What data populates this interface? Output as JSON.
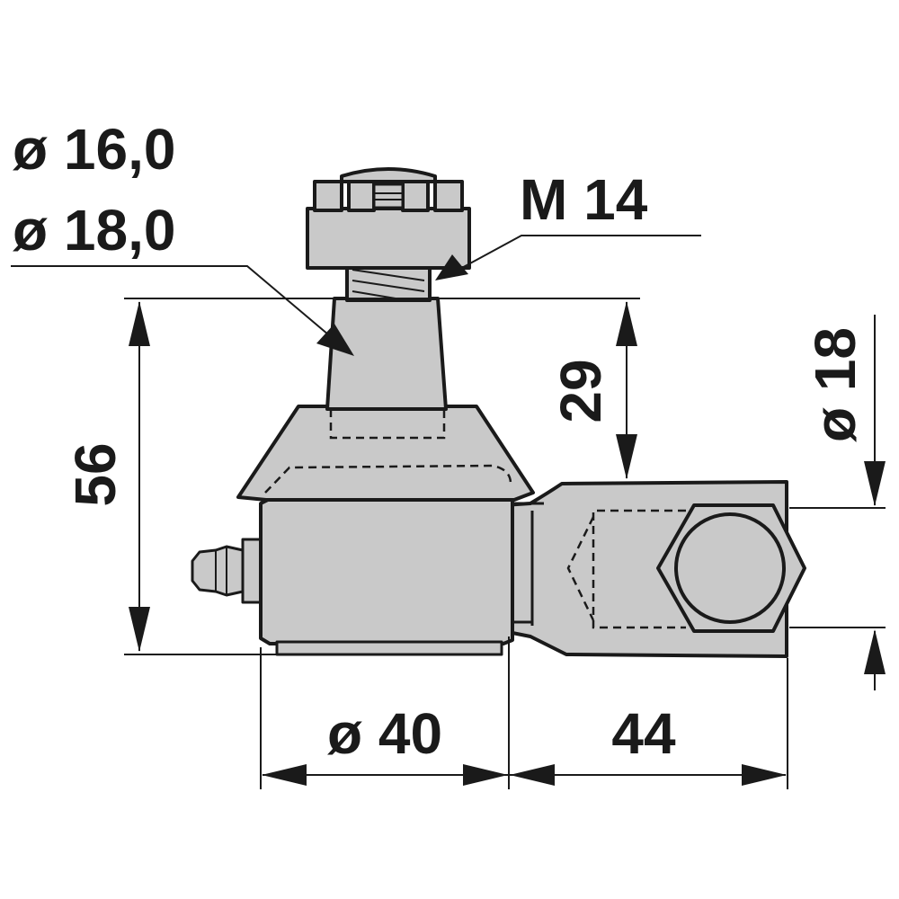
{
  "labels": {
    "pin_dia_small": "ø 16,0",
    "pin_dia_large": "ø 18,0",
    "thread": "M 14",
    "height_total": "56",
    "height_pin": "29",
    "bore_dia": "ø 18",
    "body_dia": "ø 40",
    "shank_length": "44"
  },
  "colors": {
    "part_fill": "#c9c9c9",
    "outline": "#1a1a1a",
    "background": "#ffffff"
  }
}
